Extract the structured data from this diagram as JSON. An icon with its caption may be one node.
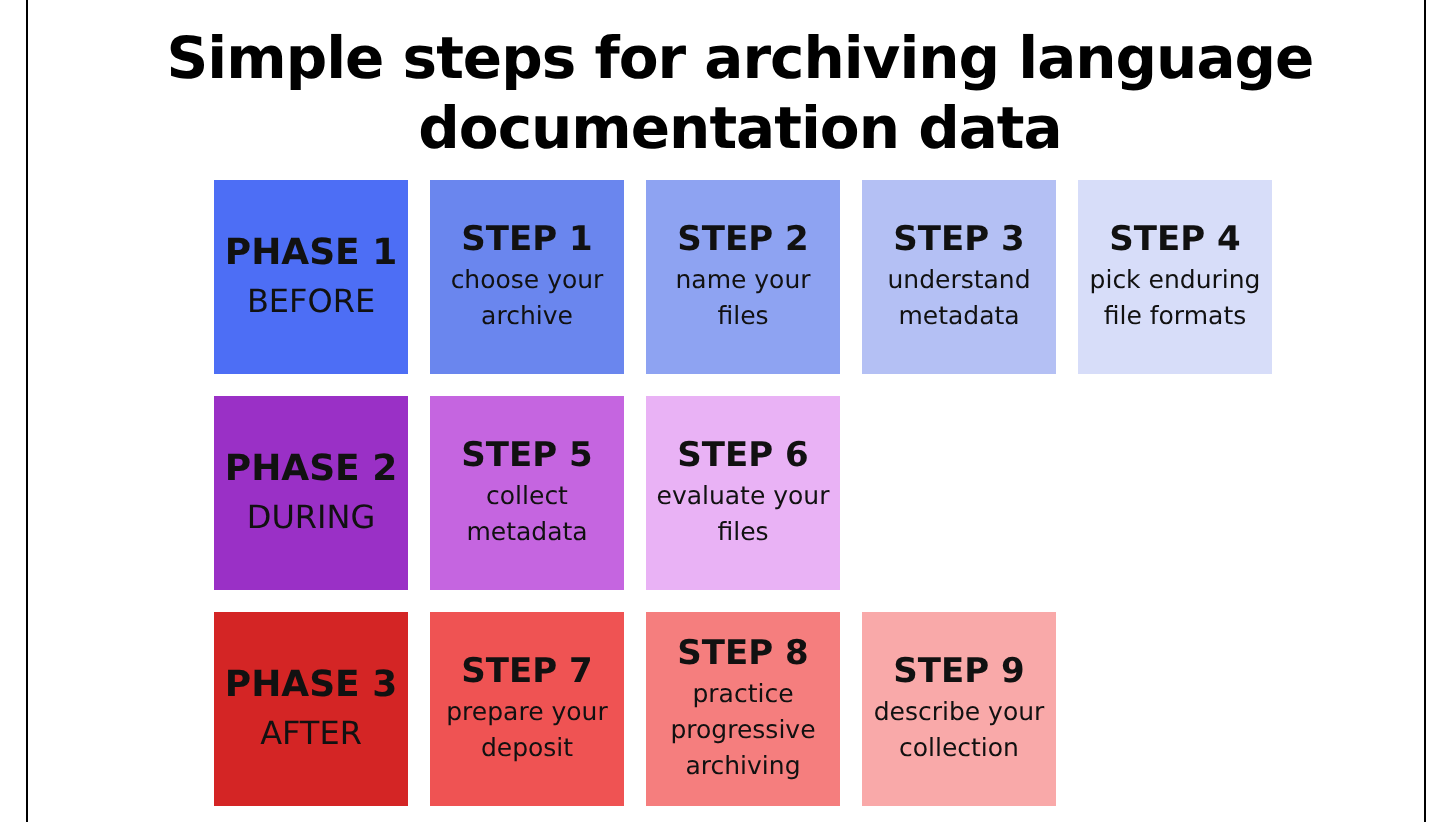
{
  "diagram": {
    "title": "Simple steps for archiving language documentation data",
    "nodes": [
      {
        "text": [
          "PHASE 1",
          "BEFORE"
        ]
      },
      {
        "text": [
          "STEP 1",
          "choose your archive"
        ]
      },
      {
        "text": [
          "STEP 2",
          "name your files"
        ]
      },
      {
        "text": [
          "STEP 3",
          "understand metadata"
        ]
      },
      {
        "text": [
          "STEP 4",
          "pick enduring file formats"
        ]
      },
      {
        "text": [
          "PHASE 2",
          "DURING"
        ]
      },
      {
        "text": [
          "STEP 5",
          "collect metadata"
        ]
      },
      {
        "text": [
          "STEP 6",
          "evaluate your files"
        ]
      },
      {
        "text": [
          "PHASE 3",
          "AFTER"
        ]
      },
      {
        "text": [
          "STEP 7",
          "prepare your deposit"
        ]
      },
      {
        "text": [
          "STEP 8",
          "practice progressive archiving"
        ]
      },
      {
        "text": [
          "STEP 9",
          "describe your collection"
        ]
      }
    ]
  }
}
